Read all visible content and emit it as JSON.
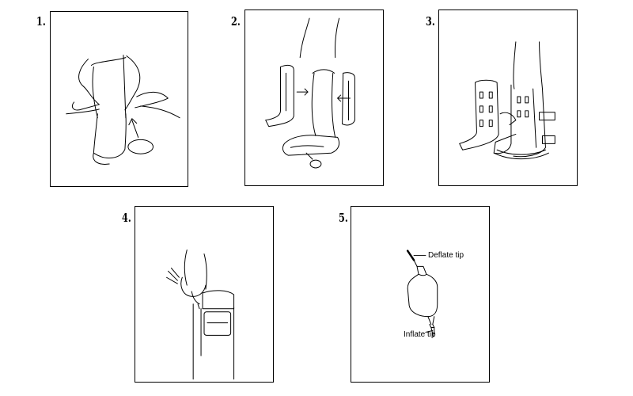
{
  "steps": [
    {
      "number": "1.",
      "illustration": "sock-liner-on-leg"
    },
    {
      "number": "2.",
      "illustration": "air-cells-into-brace"
    },
    {
      "number": "3.",
      "illustration": "strap-front-shell"
    },
    {
      "number": "4.",
      "illustration": "hand-pump-inflate"
    },
    {
      "number": "5.",
      "illustration": "bulb-pump-tips"
    }
  ],
  "pump_labels": {
    "deflate": "Deflate tip",
    "inflate": "Inflate tip"
  }
}
